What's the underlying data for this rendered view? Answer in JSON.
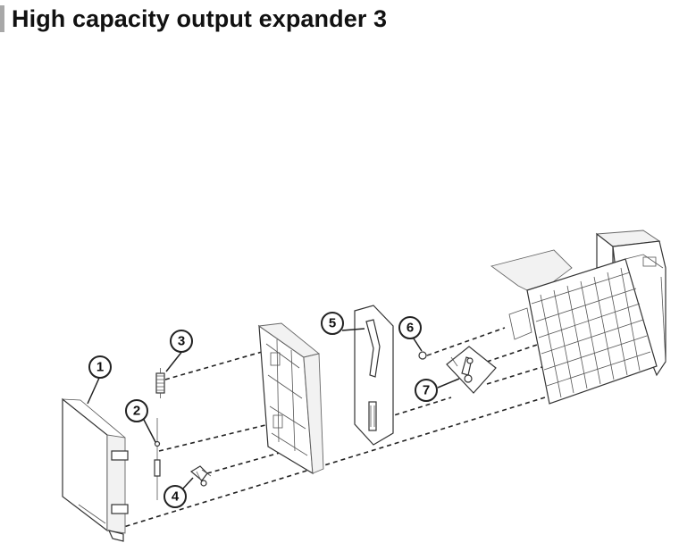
{
  "title": "High capacity output expander 3",
  "callouts": [
    "1",
    "2",
    "3",
    "4",
    "5",
    "6",
    "7"
  ],
  "colors": {
    "title_accent": "#a8a8a8",
    "line": "#222222"
  }
}
